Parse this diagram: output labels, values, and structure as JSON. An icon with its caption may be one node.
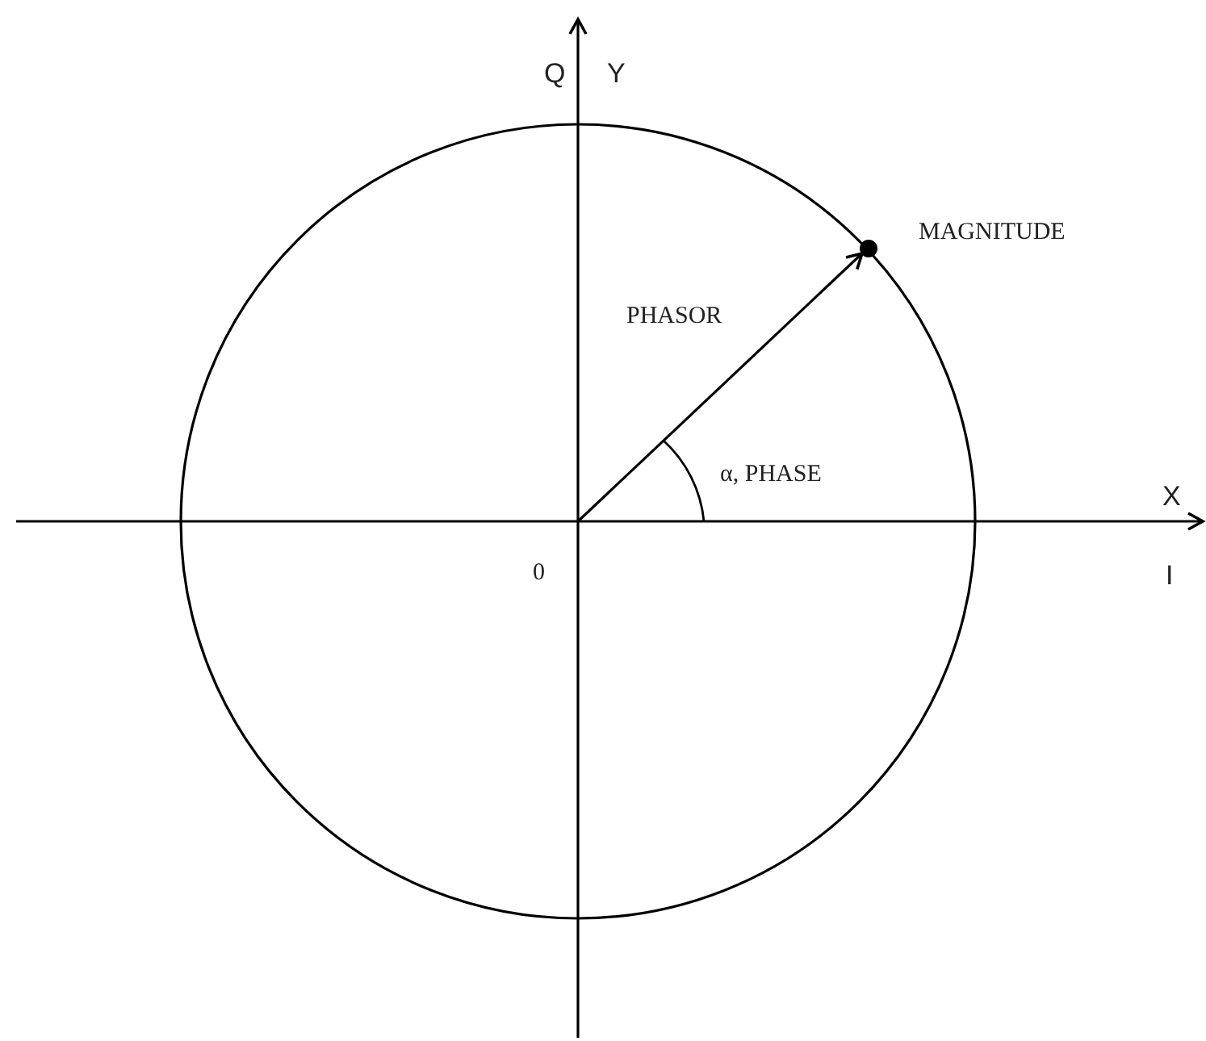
{
  "diagram": {
    "labels": [
      "Q",
      "Y",
      "PHASOR",
      "MAGNITUDE",
      "α, PHASE",
      "X",
      "0",
      "I"
    ]
  }
}
